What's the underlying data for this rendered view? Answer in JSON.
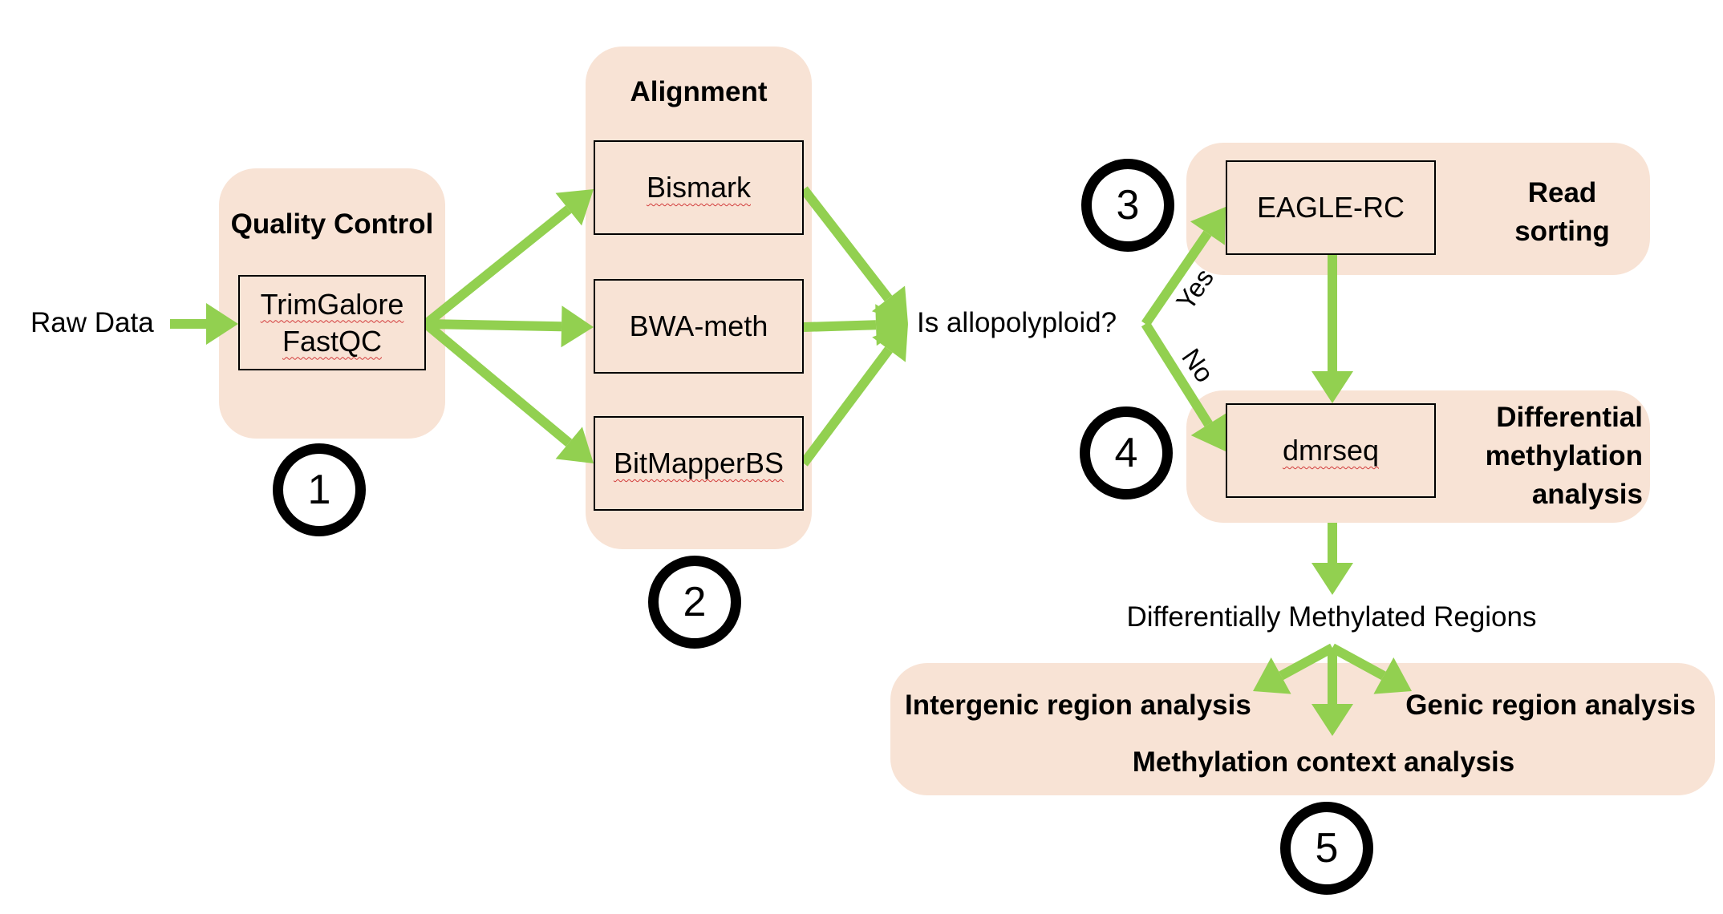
{
  "source": {
    "label": "Raw Data"
  },
  "quality_control": {
    "title": "Quality Control",
    "tools": [
      "TrimGalore",
      "FastQC"
    ],
    "step": "1"
  },
  "alignment": {
    "title": "Alignment",
    "tools": [
      "Bismark",
      "BWA-meth",
      "BitMapperBS"
    ],
    "step": "2"
  },
  "decision": {
    "question": "Is allopolyploid?",
    "yes_label": "Yes",
    "no_label": "No"
  },
  "read_sorting": {
    "title_lines": [
      "Read",
      "sorting"
    ],
    "tool": "EAGLE-RC",
    "step": "3"
  },
  "differential": {
    "title_lines": [
      "Differential",
      "methylation",
      "analysis"
    ],
    "tool": "dmrseq",
    "step": "4"
  },
  "dmr": {
    "label": "Differentially Methylated Regions"
  },
  "downstream": {
    "intergenic": "Intergenic region analysis",
    "genic": "Genic region analysis",
    "context": "Methylation context analysis",
    "step": "5"
  },
  "colors": {
    "panel": "#f8e3d5",
    "arrow": "#92d050",
    "spellcheck": "#d23b3b"
  }
}
